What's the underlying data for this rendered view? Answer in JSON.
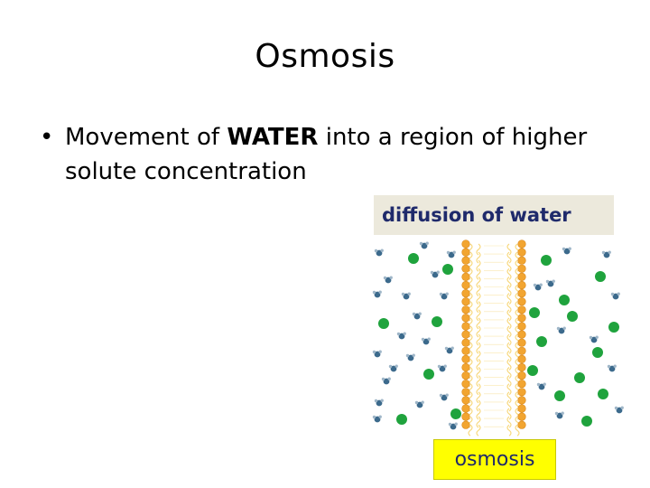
{
  "slide": {
    "title": "Osmosis",
    "bullet": {
      "symbol": "•",
      "text_before": "Movement of ",
      "emphasis": "WATER",
      "text_after": " into a region of higher solute concentration"
    }
  },
  "diagram": {
    "label_top": "diffusion of water",
    "label_bottom": "osmosis",
    "colors": {
      "label_top_bg": "#ece9dc",
      "label_text": "#1f2a6b",
      "label_bottom_bg": "#ffff00",
      "membrane_head": "#f2a531",
      "membrane_tail": "#f7d77a",
      "solute": "#1fa33d",
      "water": "#3c6a8c"
    },
    "icons": [
      "membrane-icon",
      "solute-particle-icon",
      "water-molecule-icon"
    ]
  }
}
